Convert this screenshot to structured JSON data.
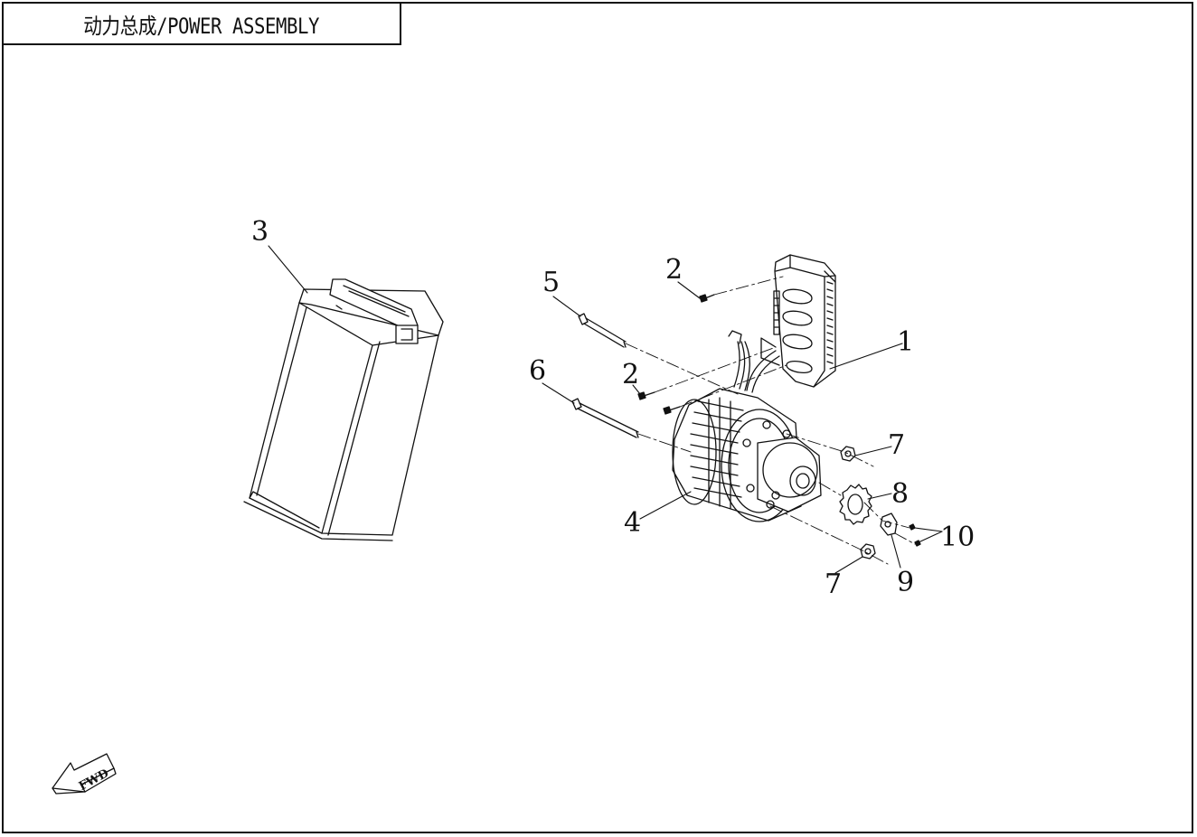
{
  "title": "动力总成/POWER ASSEMBLY",
  "direction_label": "FWD",
  "callouts": [
    "1",
    "2",
    "2",
    "3",
    "4",
    "5",
    "6",
    "7",
    "7",
    "8",
    "9",
    "10"
  ]
}
